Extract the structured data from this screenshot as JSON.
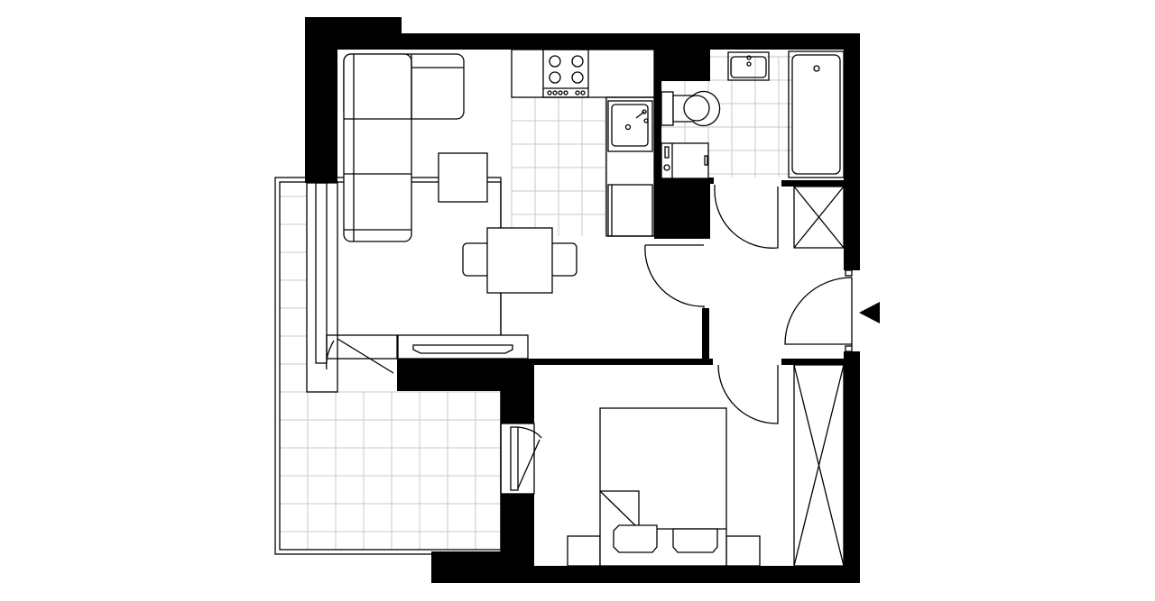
{
  "plan": {
    "wall_color": "#000000",
    "tile_color": "#c8c8c8",
    "background": "#ffffff",
    "rooms": [
      "living-room",
      "kitchen",
      "bathroom",
      "hall",
      "bedroom",
      "balcony"
    ],
    "entrance_marker": "entrance-arrow-icon"
  }
}
